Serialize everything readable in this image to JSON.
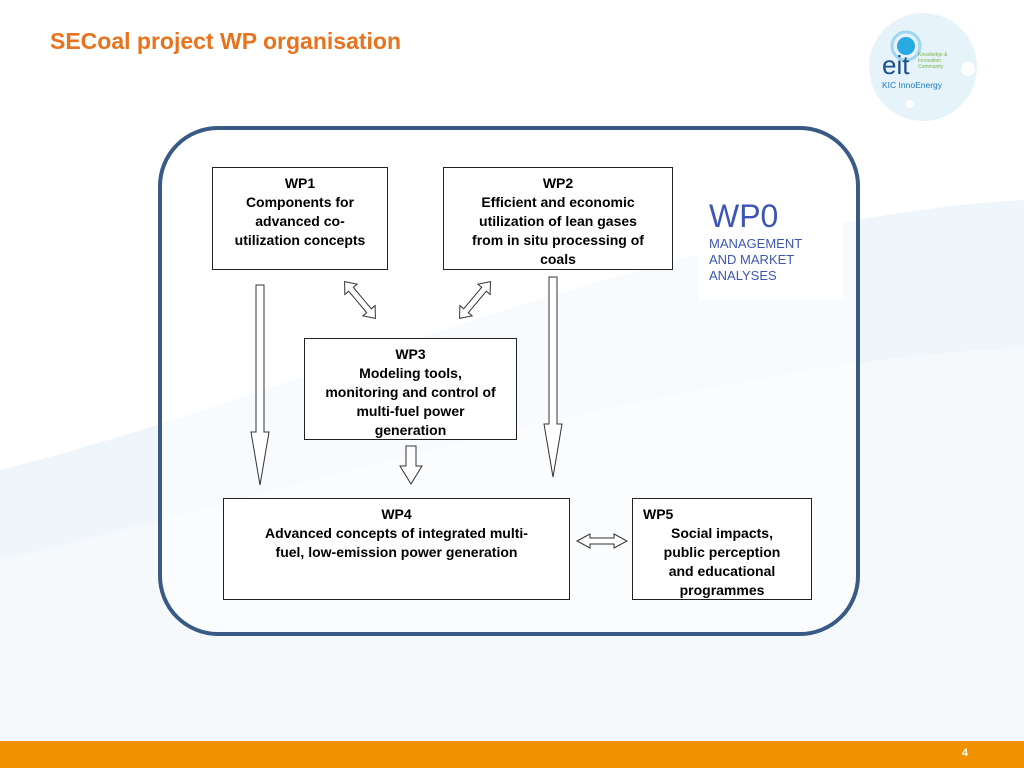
{
  "slide": {
    "title": "SECoal project WP organisation",
    "page_number": "4"
  },
  "logo": {
    "brand": "eit",
    "tagline": [
      "Knowledge &",
      "Innovation",
      "Community"
    ],
    "name": "KIC InnoEnergy"
  },
  "boxes": {
    "wp1": {
      "id": "WP1",
      "lines": [
        "Components for",
        "advanced co-",
        "utilization concepts"
      ]
    },
    "wp2": {
      "id": "WP2",
      "lines": [
        "Efficient and economic",
        "utilization of lean gases",
        "from in situ processing of",
        "coals"
      ]
    },
    "wp3": {
      "id": "WP3",
      "lines": [
        "Modeling tools,",
        "monitoring and control of",
        "multi-fuel power",
        "generation"
      ]
    },
    "wp4": {
      "id": "WP4",
      "lines": [
        "Advanced concepts of integrated multi-",
        "fuel, low-emission power generation"
      ]
    },
    "wp5": {
      "id": "WP5",
      "lines": [
        "Social impacts,",
        "public perception",
        "and educational",
        "programmes"
      ]
    }
  },
  "wp0": {
    "title": "WP0",
    "lines": [
      "MANAGEMENT",
      "AND MARKET",
      "ANALYSES"
    ]
  },
  "colors": {
    "title": "#e8731c",
    "frame": "#3a5a86",
    "wp0": "#3d56b6",
    "footer": "#f39200"
  }
}
